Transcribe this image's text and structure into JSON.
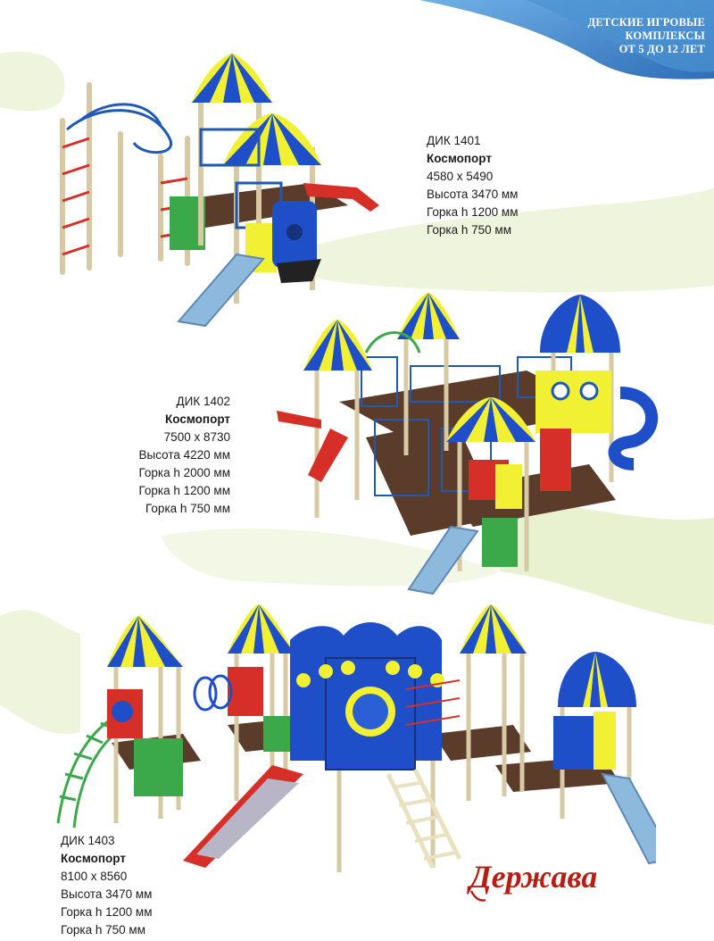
{
  "header": {
    "line1": "ДЕТСКИЕ ИГРОВЫЕ",
    "line2": "КОМПЛЕКСЫ",
    "line3": "ОТ 5 ДО 12 ЛЕТ"
  },
  "colors": {
    "corner_blue": "#3f8ccd",
    "wave_green": "#e8f1d0",
    "canopy_blue": "#1f4fc8",
    "canopy_yellow": "#f2f032",
    "slide_blue": "#8db9dd",
    "frame_red": "#d62f27",
    "brand_red": "#b71d14"
  },
  "products": [
    {
      "code": "ДИК 1401",
      "name": "Космопорт",
      "size": "4580 х 5490",
      "height": "Высота 3470 мм",
      "slides": [
        "Горка h 1200 мм",
        "Горка h 750 мм"
      ]
    },
    {
      "code": "ДИК 1402",
      "name": "Космопорт",
      "size": "7500 х 8730",
      "height": "Высота 4220 мм",
      "slides": [
        "Горка h 2000 мм",
        "Горка h 1200 мм",
        "Горка h 750 мм"
      ]
    },
    {
      "code": "ДИК 1403",
      "name": "Космопорт",
      "size": "8100 х 8560",
      "height": "Высота 3470 мм",
      "slides": [
        "Горка h 1200 мм",
        "Горка h 750 мм"
      ]
    }
  ],
  "brand": {
    "logo_text": "Держава"
  }
}
